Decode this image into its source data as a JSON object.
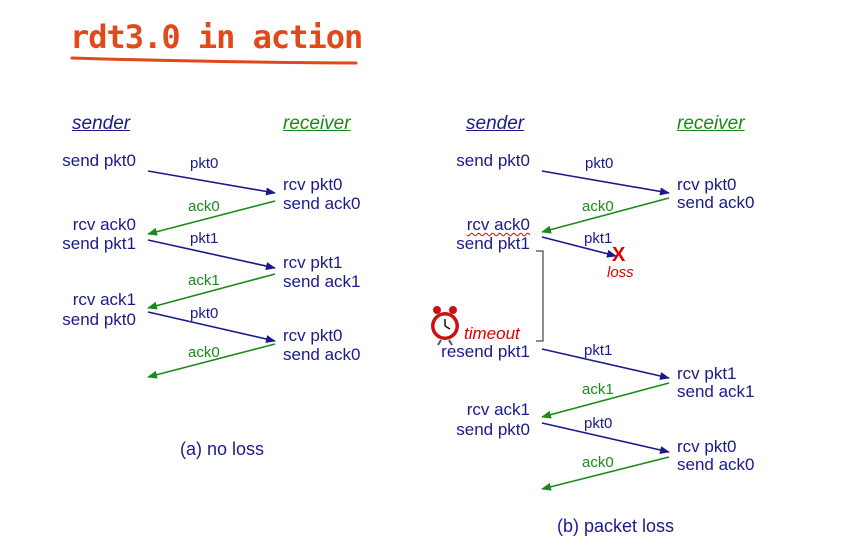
{
  "title": "rdt3.0 in action",
  "left": {
    "sender_header": "sender",
    "receiver_header": "receiver",
    "caption": "(a) no loss",
    "sender_events": [
      "send pkt0",
      "rcv ack0",
      "send pkt1",
      "rcv ack1",
      "send pkt0"
    ],
    "receiver_events": [
      "rcv pkt0",
      "send ack0",
      "rcv pkt1",
      "send ack1",
      "rcv pkt0",
      "send ack0"
    ],
    "messages": [
      "pkt0",
      "ack0",
      "pkt1",
      "ack1",
      "pkt0",
      "ack0"
    ]
  },
  "right": {
    "sender_header": "sender",
    "receiver_header": "receiver",
    "caption": "(b) packet loss",
    "sender_events": [
      "send pkt0",
      "rcv ack0",
      "send pkt1",
      "resend pkt1",
      "rcv ack1",
      "send pkt0"
    ],
    "receiver_events": [
      "rcv pkt0",
      "send ack0",
      "rcv pkt1",
      "send ack1",
      "rcv pkt0",
      "send ack0"
    ],
    "messages": [
      "pkt0",
      "ack0",
      "pkt1",
      "pkt1",
      "ack1",
      "pkt0",
      "ack0"
    ],
    "loss_label": "loss",
    "loss_mark": "X",
    "timeout_label": "timeout"
  },
  "colors": {
    "packet": "#1a1a8c",
    "ack": "#1a8a1a",
    "title": "#e04a1a",
    "alert": "#e00000"
  }
}
